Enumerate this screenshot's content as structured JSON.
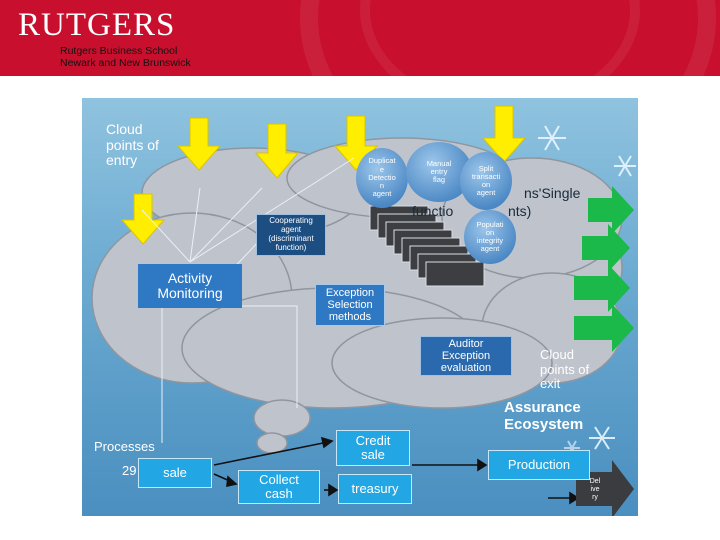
{
  "header": {
    "logo_text": "RUTGERS",
    "school_line1": "Rutgers Business School",
    "school_line2": "Newark and New Brunswick"
  },
  "diagram": {
    "cloud_entry_label": "Cloud\npoints of\nentry",
    "activity_monitoring": "Activity\nMonitoring",
    "cooperating_agent": "Cooperating\nagent\n(discriminant\nfunction)",
    "exception_selection": "Exception\nSelection\nmethods",
    "auditor_exception": "Auditor\nException\nevaluation",
    "hidden_text_line1": "ns'Single",
    "hidden_text_line2": "functio",
    "hidden_text_line2b": "nts)",
    "bubbles": {
      "duplicate": "Duplicat\ne\nDetectio\nn\nagent",
      "manual": "Manual\nentry\nflag",
      "split": "Split\ntransacti\non\nagent",
      "population": "Populati\non\nintegrity\nagent"
    },
    "cloud_exit_label": "Cloud\npoints of\nexit",
    "assurance_ecosystem": "Assurance\nEcosystem",
    "processes_label": "Processes",
    "processes_number": "29",
    "sale": "sale",
    "credit_sale": "Credit\nsale",
    "collect_cash": "Collect\ncash",
    "treasury": "treasury",
    "production": "Production",
    "delivery": "Del\nive\nry"
  },
  "colors": {
    "brand_red": "#c8102e",
    "arrow_yellow": "#ffee00",
    "arrow_green": "#1bb84a"
  }
}
